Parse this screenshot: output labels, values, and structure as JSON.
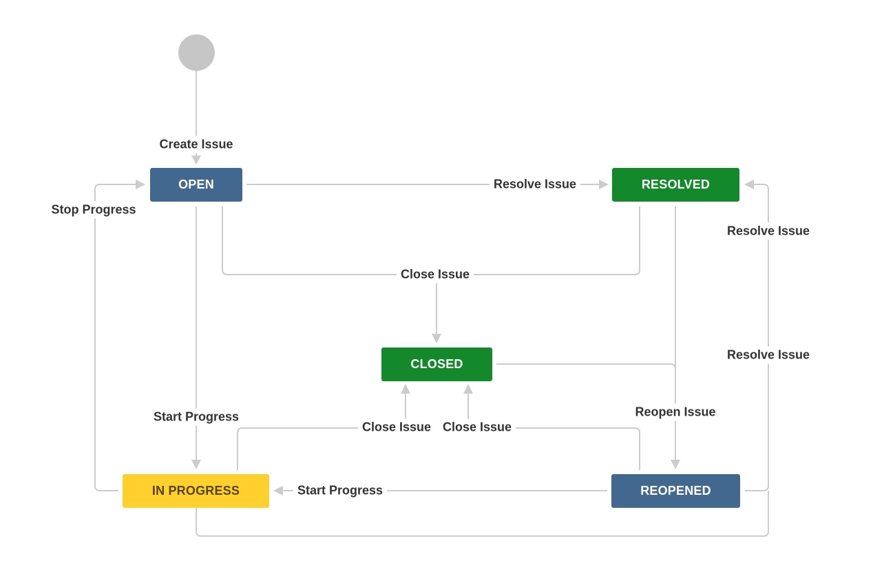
{
  "colors": {
    "edge": "#cccccc",
    "status_blue": "#42688f",
    "status_green": "#14892c",
    "status_yellow": "#ffd02e",
    "start_node": "#c6c6c6",
    "label_text": "#333333"
  },
  "statuses": {
    "open": "OPEN",
    "resolved": "RESOLVED",
    "closed": "CLOSED",
    "in_progress": "IN PROGRESS",
    "reopened": "REOPENED"
  },
  "transitions": {
    "create_issue": "Create Issue",
    "resolve_issue_open": "Resolve Issue",
    "stop_progress": "Stop Progress",
    "resolve_issue_right_top": "Resolve Issue",
    "close_issue_top": "Close Issue",
    "resolve_issue_right_bottom": "Resolve Issue",
    "start_progress_open": "Start Progress",
    "reopen_issue": "Reopen Issue",
    "close_issue_inprogress": "Close Issue",
    "close_issue_reopened": "Close Issue",
    "start_progress_reopened": "Start Progress"
  }
}
